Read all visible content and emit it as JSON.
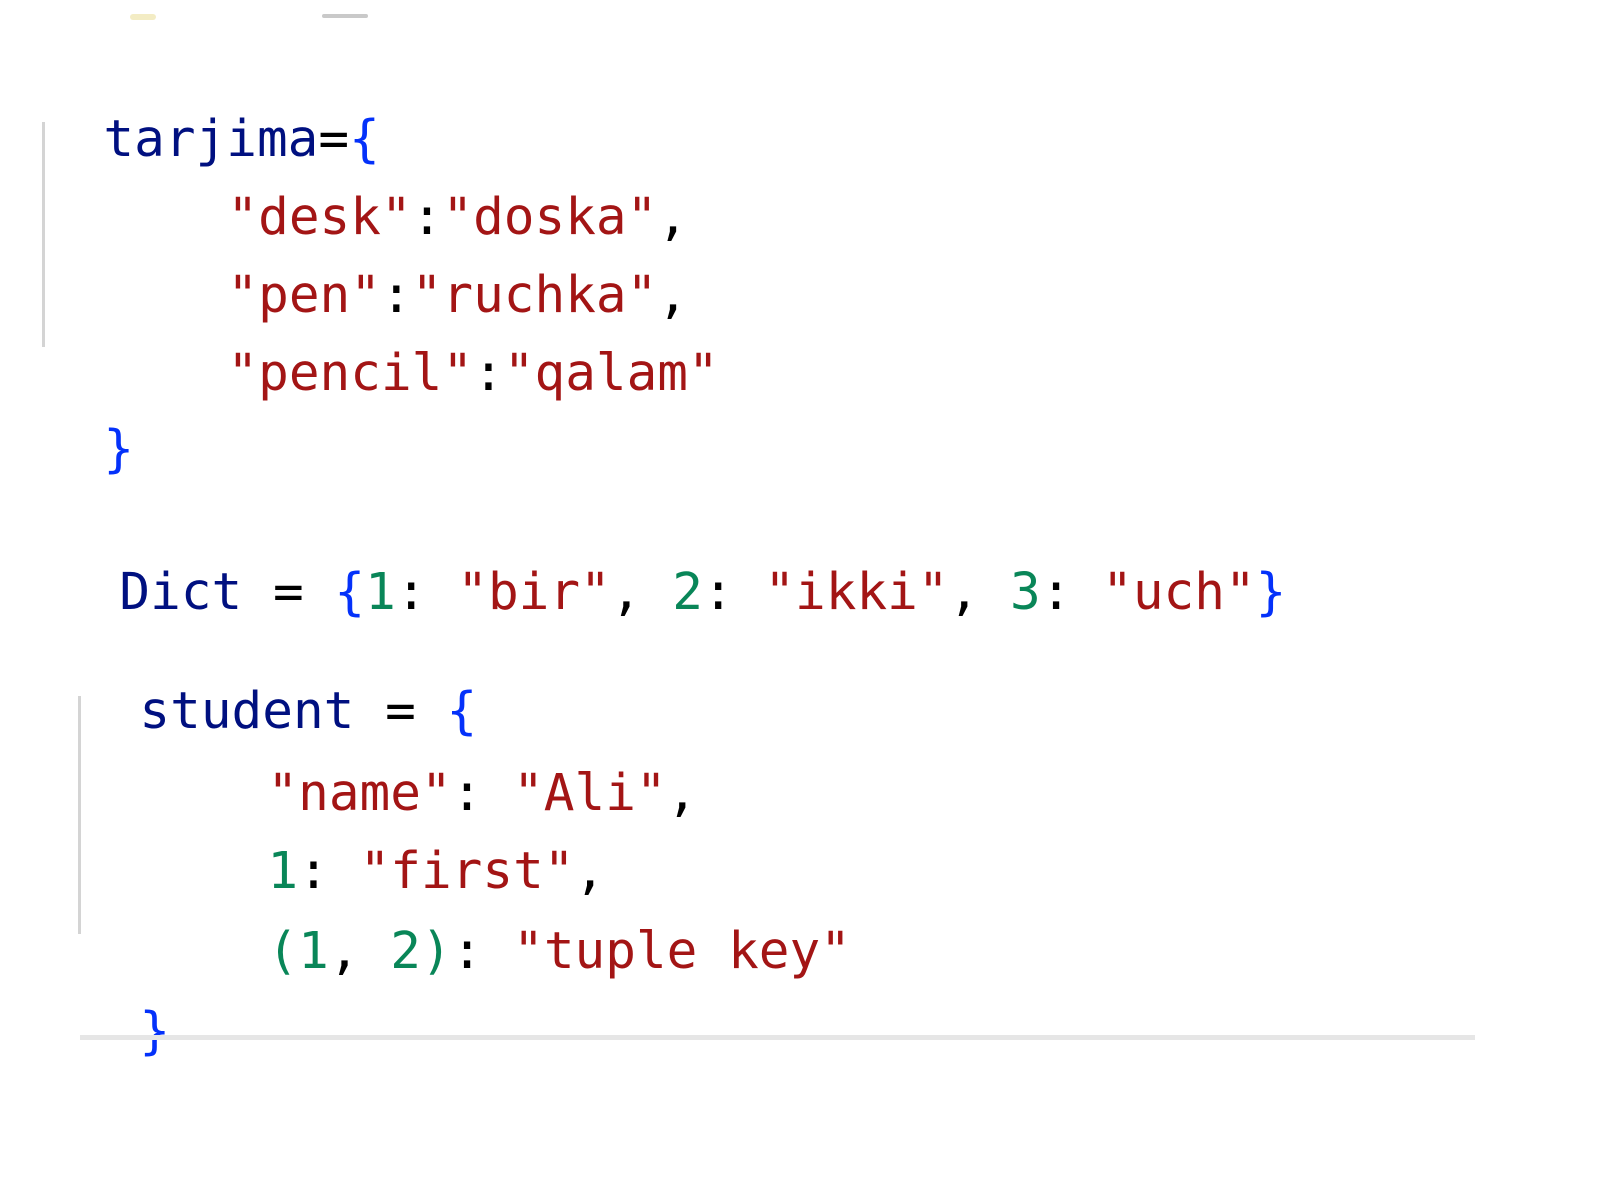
{
  "colors": {
    "identifier": "#001080",
    "string": "#a31515",
    "number": "#098658",
    "brace": "#0431fa",
    "operator": "#000000",
    "indent_guide": "#d4d4d4",
    "background": "#ffffff"
  },
  "block1": {
    "var": "tarjima",
    "assign": "=",
    "open": "{",
    "close": "}",
    "entries": [
      {
        "key": "\"desk\"",
        "colon": ":",
        "value": "\"doska\"",
        "comma": ","
      },
      {
        "key": "\"pen\"",
        "colon": ":",
        "value": "\"ruchka\"",
        "comma": ","
      },
      {
        "key": "\"pencil\"",
        "colon": ":",
        "value": "\"qalam\"",
        "comma": ""
      }
    ]
  },
  "block2": {
    "var": "Dict",
    "assign": " = ",
    "open": "{",
    "close": "}",
    "k1": "1",
    "v1": "\"bir\"",
    "k2": "2",
    "v2": "\"ikki\"",
    "k3": "3",
    "v3": "\"uch\"",
    "colon": ": ",
    "sep": ", "
  },
  "block3": {
    "var": "student",
    "assign": " = ",
    "open": "{",
    "close": "}",
    "e1_key": "\"name\"",
    "e1_colon": ": ",
    "e1_value": "\"Ali\"",
    "e1_comma": ",",
    "e2_key": "1",
    "e2_colon": ": ",
    "e2_value": "\"first\"",
    "e2_comma": ",",
    "e3_open": "(",
    "e3_n1": "1",
    "e3_sep": ", ",
    "e3_n2": "2",
    "e3_close": ")",
    "e3_colon": ": ",
    "e3_value": "\"tuple key\""
  }
}
